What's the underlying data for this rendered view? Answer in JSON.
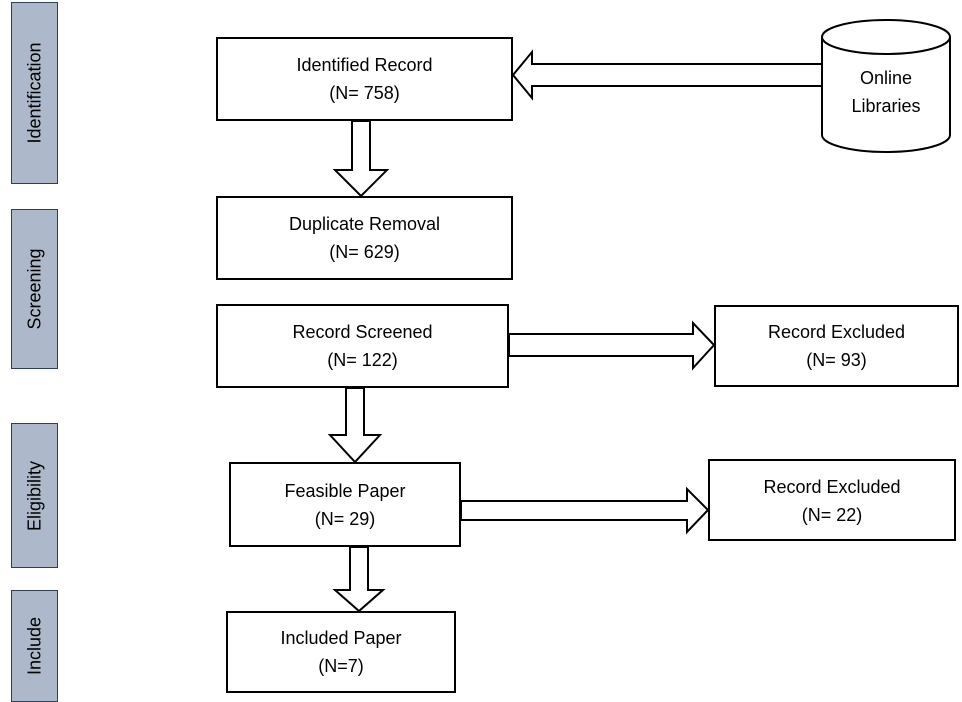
{
  "stages": {
    "identification": "Identification",
    "screening": "Screening",
    "eligibility": "Eligibility",
    "include": "Include"
  },
  "source": {
    "line1": "Online",
    "line2": "Libraries"
  },
  "boxes": {
    "identified": {
      "title": "Identified Record",
      "count": "(N= 758)"
    },
    "duplicate": {
      "title": "Duplicate Removal",
      "count": "(N= 629)"
    },
    "screened": {
      "title": "Record Screened",
      "count": "(N= 122)"
    },
    "excluded_screening": {
      "title": "Record Excluded",
      "count": "(N= 93)"
    },
    "feasible": {
      "title": "Feasible Paper",
      "count": "(N= 29)"
    },
    "excluded_eligibility": {
      "title": "Record Excluded",
      "count": "(N=  22)"
    },
    "included": {
      "title": "Included Paper",
      "count": "(N=7)"
    }
  }
}
